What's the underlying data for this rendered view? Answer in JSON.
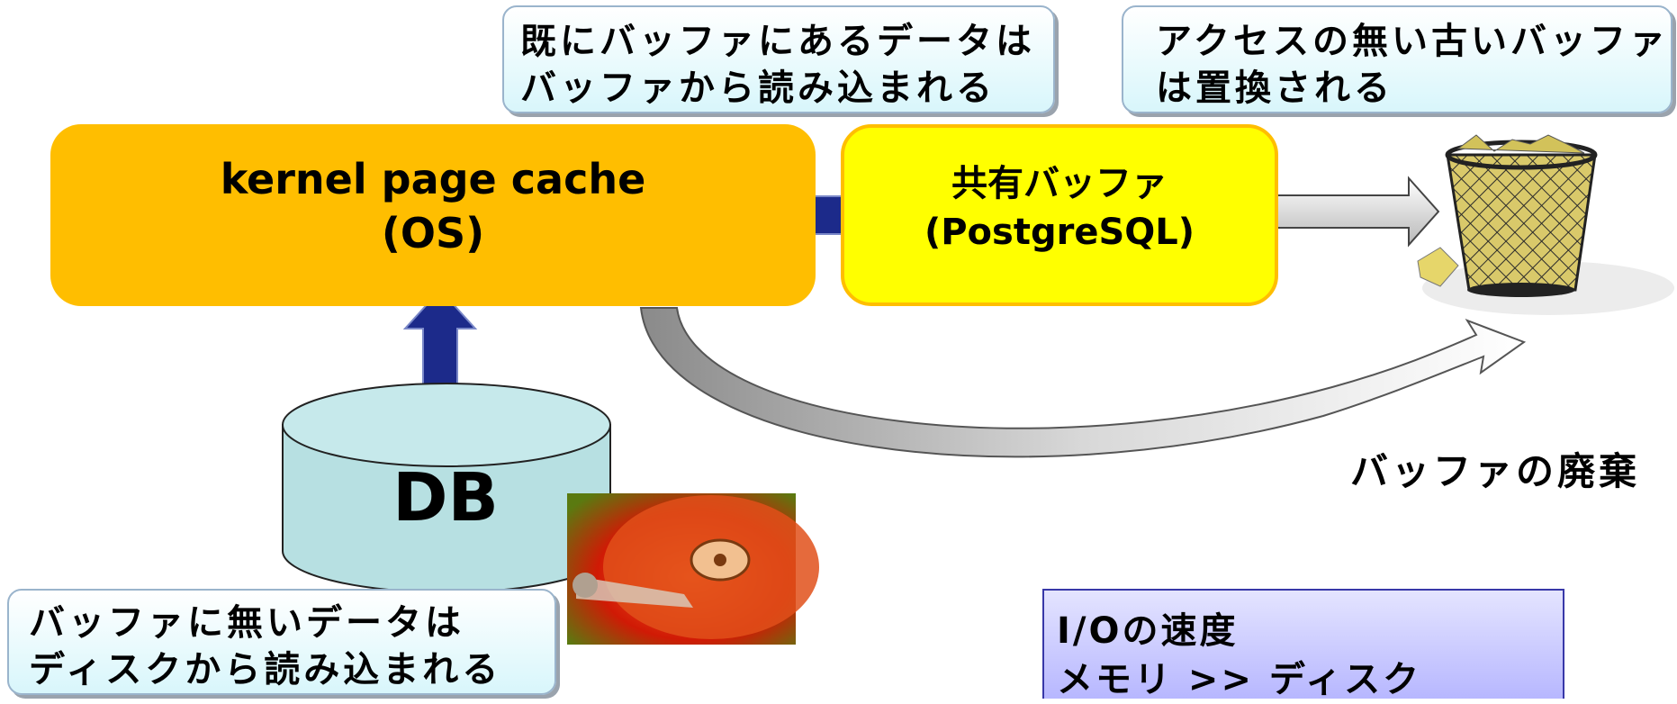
{
  "callouts": {
    "buffer_hit": {
      "line1": "既にバッファにあるデータは",
      "line2": "バッファから読み込まれる"
    },
    "replaced": {
      "line1": "アクセスの無い古いバッファ",
      "line2": "は置換される"
    },
    "disk_read": {
      "line1": "バッファに無いデータは",
      "line2": "ディスクから読み込まれる"
    }
  },
  "boxes": {
    "kernel": {
      "line1": "kernel page cache",
      "line2": "(OS)",
      "color": "#ffbe00"
    },
    "shared": {
      "line1": "共有バッファ",
      "line2": "(PostgreSQL)",
      "color": "#ffff00"
    }
  },
  "db": {
    "label": "DB",
    "color": "#b7e0e2"
  },
  "discard_label": "バッファの廃棄",
  "io_note": {
    "line1": "I/Oの速度",
    "line2": "メモリ >> ディスク"
  },
  "icons": {
    "trash": "trash-bin-icon",
    "disk": "hard-disk-icon"
  },
  "colors": {
    "arrow": "#1c2a8a",
    "callout_bg": "#d8f6fb",
    "note_bg": "#b7b7ff"
  }
}
